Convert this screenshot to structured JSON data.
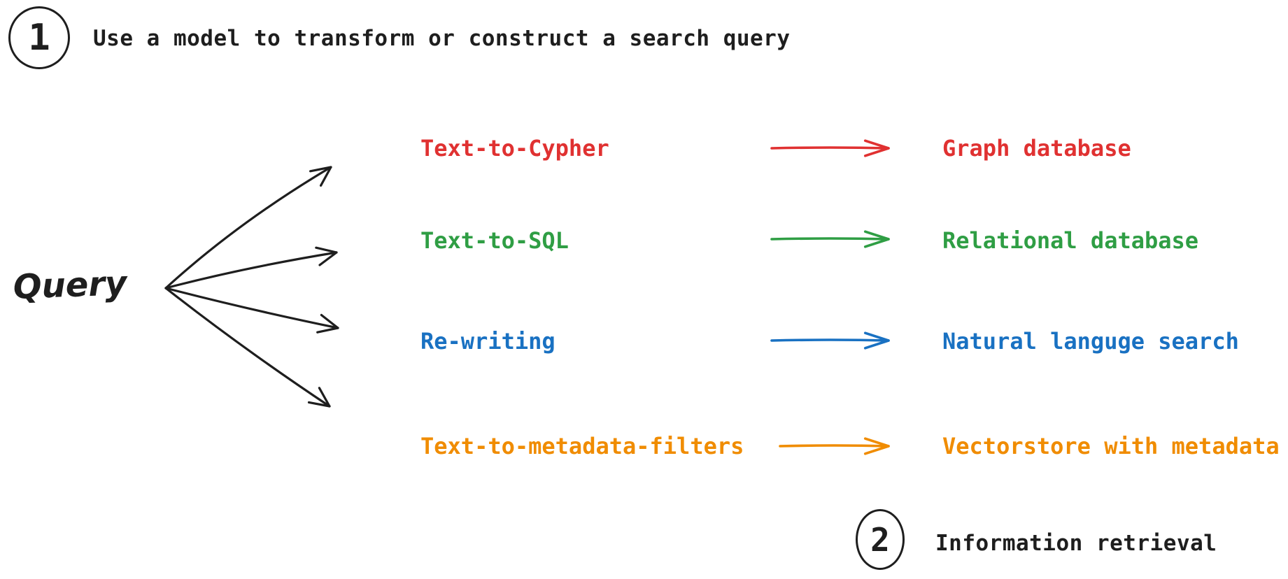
{
  "steps": [
    {
      "number": "1",
      "label": "Use a model to transform or construct a search query"
    },
    {
      "number": "2",
      "label": "Information retrieval"
    }
  ],
  "query_label": "Query",
  "rows": [
    {
      "method": "Text-to-Cypher",
      "target": "Graph database",
      "color": "#e03131"
    },
    {
      "method": "Text-to-SQL",
      "target": "Relational database",
      "color": "#2f9e44"
    },
    {
      "method": "Re-writing",
      "target": "Natural languge search",
      "color": "#1971c2"
    },
    {
      "method": "Text-to-metadata-filters",
      "target": "Vectorstore with metadata",
      "color": "#f08c00"
    }
  ],
  "colors": {
    "ink": "#1e1e1e",
    "background": "#ffffff"
  }
}
